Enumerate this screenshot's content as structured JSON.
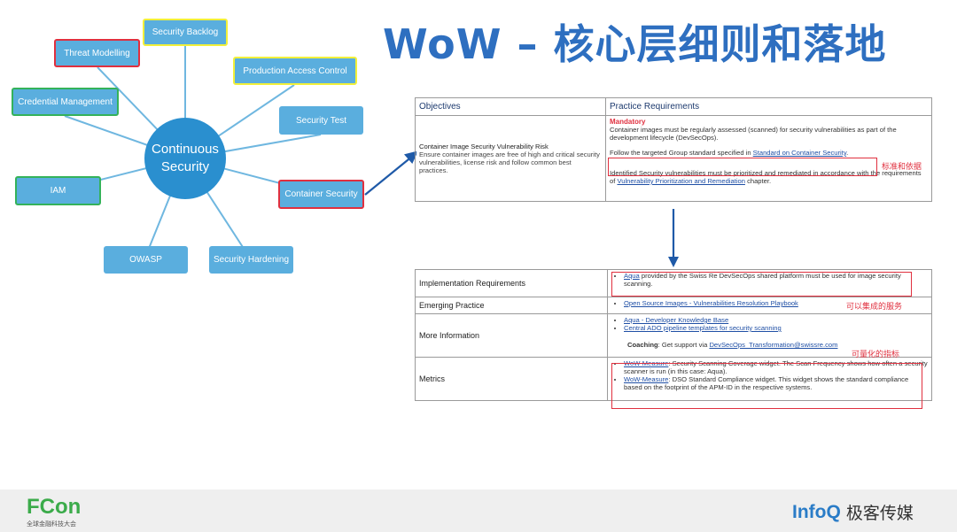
{
  "title": "WoW – 核心层细则和落地",
  "mindmap": {
    "center": {
      "line1": "Continuous",
      "line2": "Security"
    },
    "nodes": {
      "backlog": "Security Backlog",
      "threat": "Threat Modelling",
      "prod": "Production Access Control",
      "cred": "Credential Management",
      "test": "Security Test",
      "iam": "IAM",
      "container": "Container Security",
      "owasp": "OWASP",
      "hardening": "Security Hardening"
    }
  },
  "table1": {
    "h_obj": "Objectives",
    "h_req": "Practice Requirements",
    "obj_title": "Container Image Security Vulnerability Risk",
    "obj_body": "Ensure container images are free of high and critical security vulnerabilities, license risk and follow common best practices.",
    "mandatory": "Mandatory",
    "req1": "Container images must be regularly assessed (scanned) for security vulnerabilities as part of the development lifecycle (DevSecOps).",
    "req2_pre": "Follow the targeted Group standard specified in ",
    "req2_link": "Standard on Container Security",
    "req2_post": ".",
    "req3_pre": "Identified Security vulnerabilities must be prioritized and remediated in accordance with the requirements of ",
    "req3_link": "Vulnerability Prioritization and Remediation",
    "req3_post": " chapter.",
    "note": "标准和依据"
  },
  "table2": {
    "impl_label": "Implementation Requirements",
    "impl_link": "Aqua",
    "impl_text": " provided by the Swiss Re DevSecOps shared platform must be used for image security scanning.",
    "emerg_label": "Emerging Practice",
    "emerg_link": "Open Source Images - Vulnerabilities Resolution Playbook",
    "more_label": "More Information",
    "more_link1": "Aqua - Developer Knowledge Base",
    "more_link2": "Central ADO pipeline templates for security scanning",
    "coaching_pre": "Coaching",
    "coaching_mid": ": Get support via ",
    "coaching_link": "DevSecOps_Transformation@swissre.com",
    "metrics_label": "Metrics",
    "m1_link": "WoW-Measure",
    "m1_text": ": Security Scanning Coverage widget. The Scan Frequency shows how often a security scanner is run (in this case: Aqua).",
    "m2_link": "WoW-Measure",
    "m2_text": ": DSO Standard Compliance widget. This widget shows the standard compliance based on the footprint of the APM-ID in the respective systems.",
    "note1": "可以集成的服务",
    "note2": "可量化的指标"
  },
  "footer": {
    "fcon": "FCon",
    "fcon_sub": "全球金融科技大会",
    "infoq": "InfoQ",
    "infoq_cn": "极客传媒"
  }
}
